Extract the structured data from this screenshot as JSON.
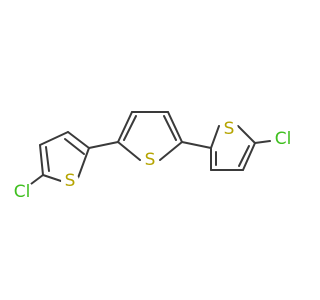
{
  "molecule": {
    "atoms": {
      "s_left": {
        "label": "S",
        "color": "#b5a400"
      },
      "s_mid": {
        "label": "S",
        "color": "#b5a400"
      },
      "s_right": {
        "label": "S",
        "color": "#b5a400"
      },
      "cl_left": {
        "label": "Cl",
        "color": "#3fbf1f"
      },
      "cl_right": {
        "label": "Cl",
        "color": "#3fbf1f"
      }
    },
    "colors": {
      "bond": "#3a3a3a",
      "background": "#ffffff"
    }
  }
}
